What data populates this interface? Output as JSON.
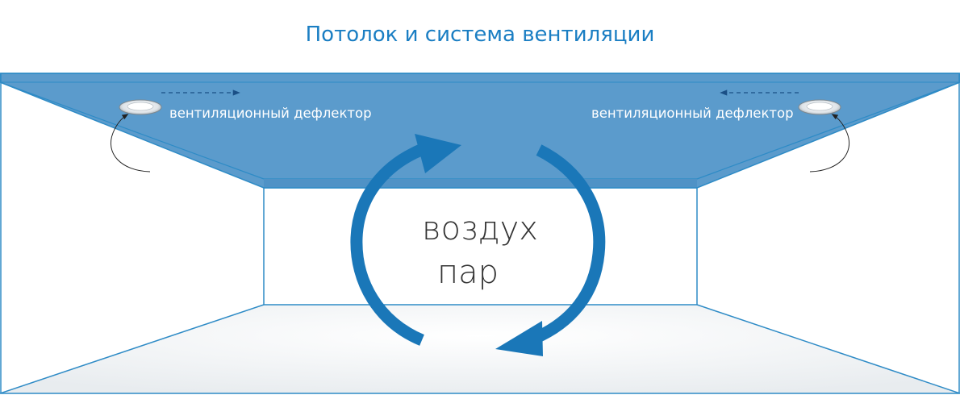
{
  "title": "Потолок и система вентиляции",
  "deflector_left": {
    "label": "вентиляционный дефлектор",
    "icon": "deflector-icon"
  },
  "deflector_right": {
    "label": "вентиляционный дефлектор",
    "icon": "deflector-icon"
  },
  "center": {
    "line1": "воздух",
    "line2": "пар"
  },
  "colors": {
    "ceiling": "#5b9bcc",
    "accent": "#1a7ec3",
    "arrow": "#1a77b8",
    "outline": "#2e8bc6"
  }
}
